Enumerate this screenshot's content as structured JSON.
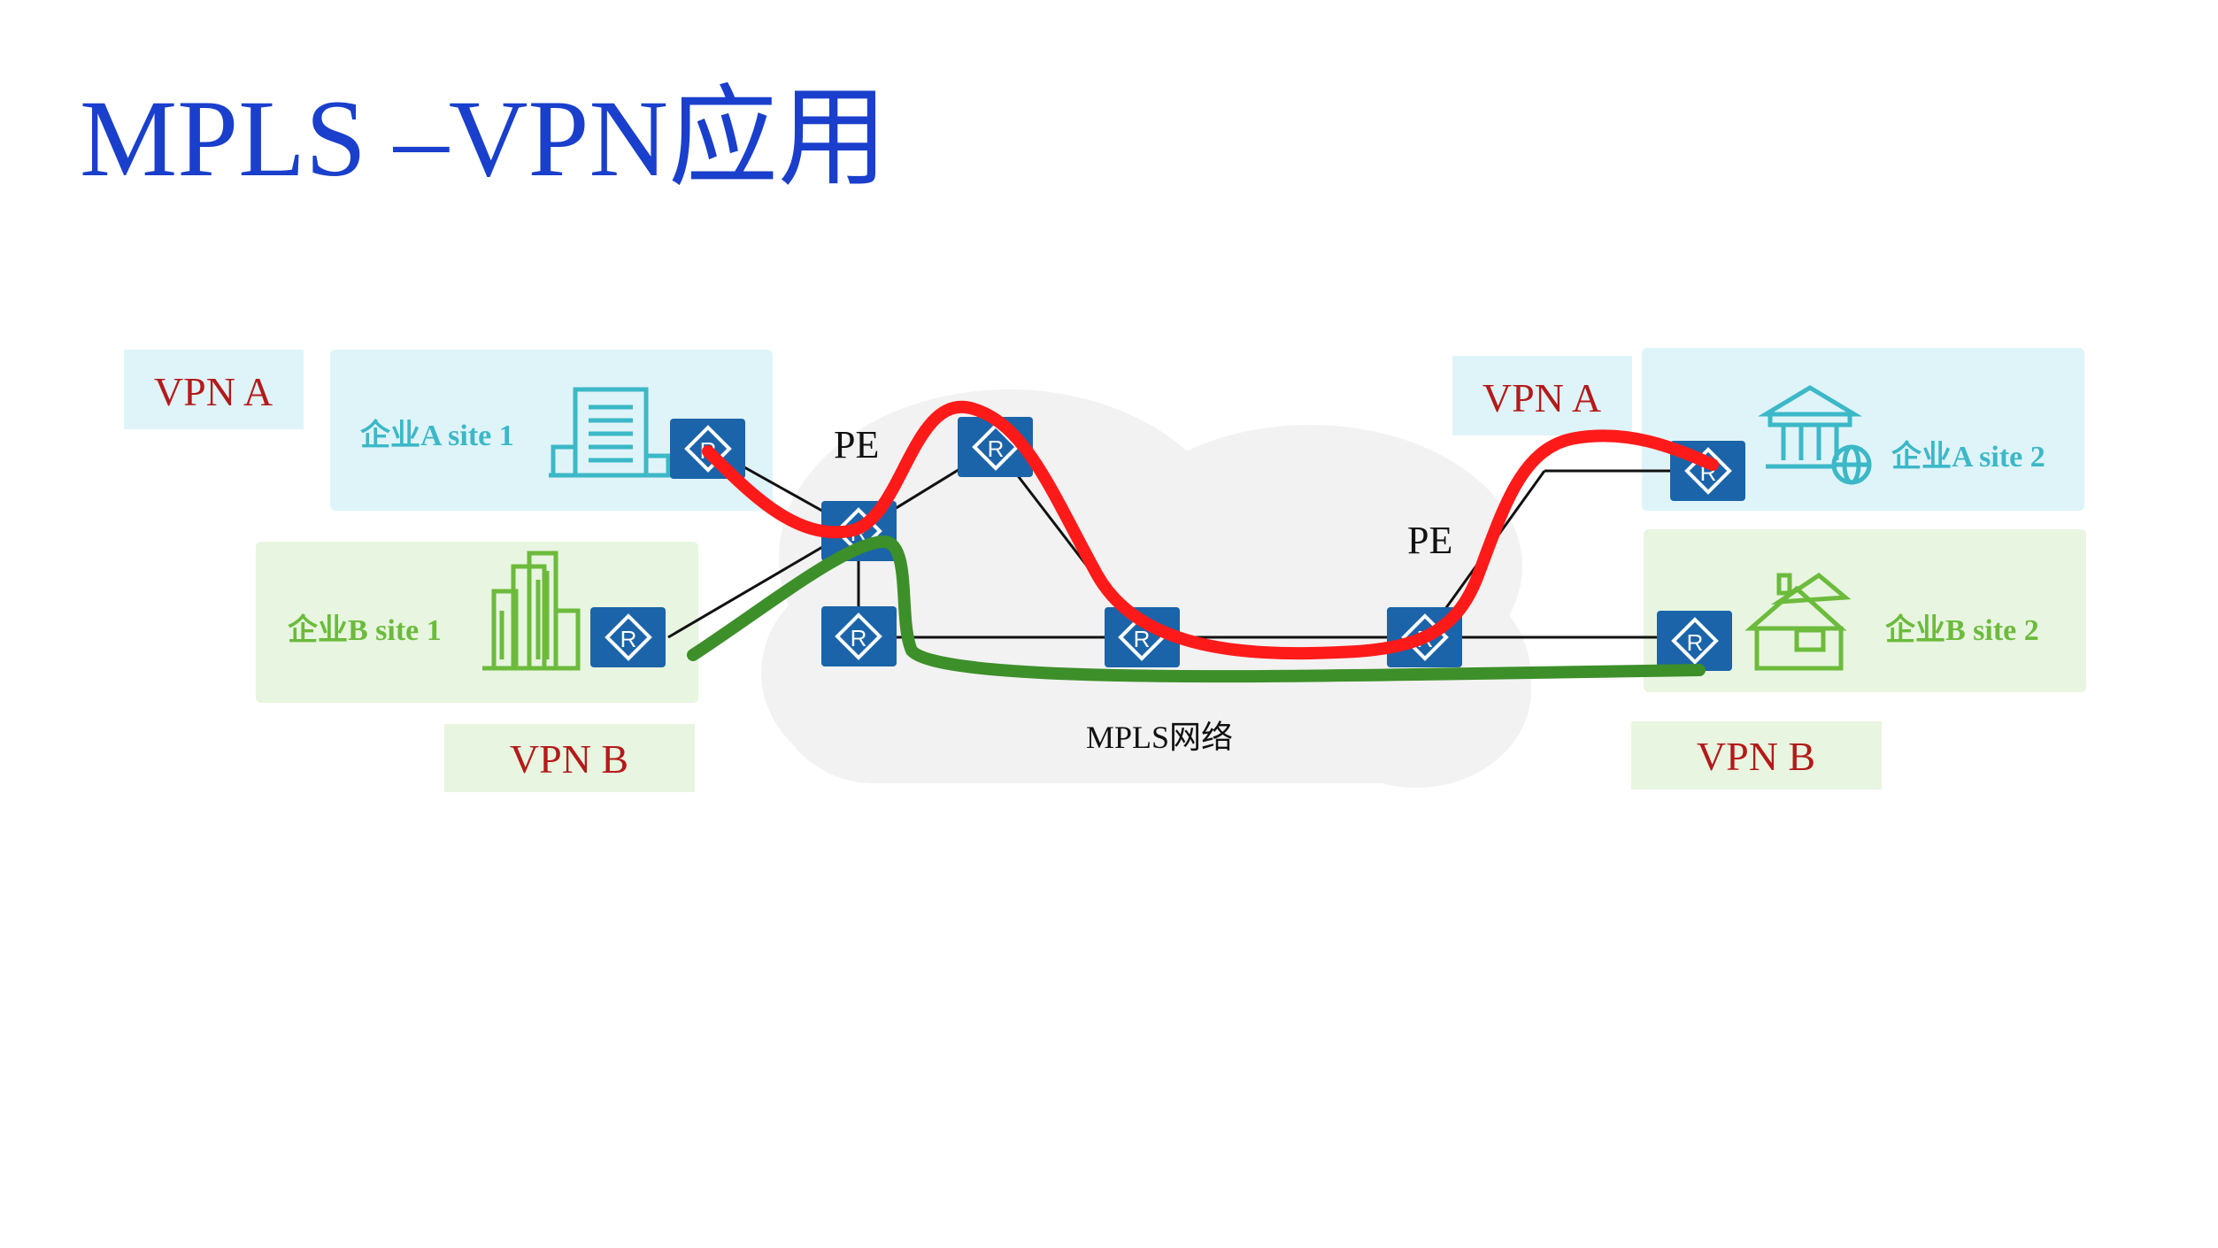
{
  "title": "MPLS –VPN应用",
  "vpn_a_left": "VPN A",
  "vpn_a_right": "VPN A",
  "vpn_b_left": "VPN B",
  "vpn_b_right": "VPN B",
  "site_a1": "企业A site 1",
  "site_a2": "企业A site 2",
  "site_b1": "企业B site 1",
  "site_b2": "企业B site 2",
  "pe_left": "PE",
  "pe_right": "PE",
  "cloud_label": "MPLS网络",
  "router_glyph": "R",
  "colors": {
    "title": "#1a3fcc",
    "vpn_label": "#b41a1a",
    "site_a_text": "#3cb8c8",
    "site_b_text": "#6cbb3c",
    "site_a_bg": "#dff4f8",
    "site_b_bg": "#e8f5e0",
    "router": "#1b64a9",
    "vpn_a_path": "#ff1a1a",
    "vpn_b_path": "#3d8f2a",
    "cloud": "#f2f2f2"
  },
  "icons": [
    "office-building-icon",
    "skyscraper-icon",
    "bank-globe-icon",
    "house-icon",
    "router-icon"
  ]
}
